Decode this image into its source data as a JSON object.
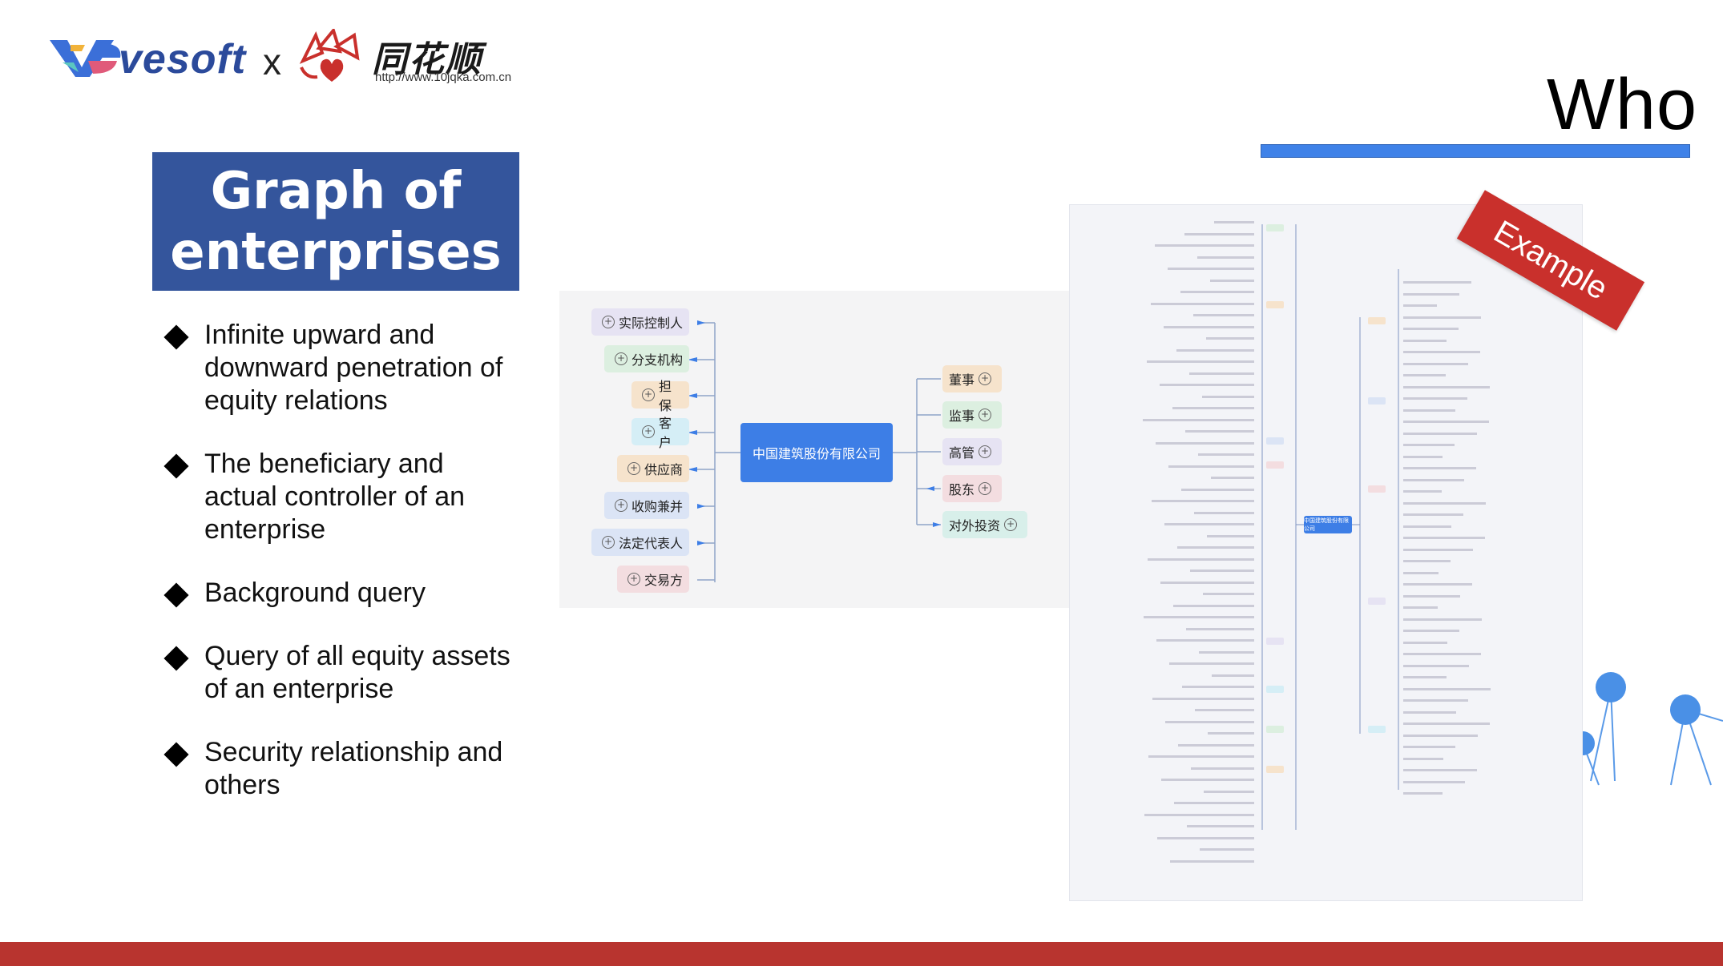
{
  "header": {
    "brand_left": "vesoft",
    "times": "x",
    "brand_right": "同花顺",
    "brand_right_url": "http://www.10jqka.com.cn",
    "page_title": "Who"
  },
  "heading": "Graph of enterprises",
  "bullets": [
    "Infinite upward and downward penetration of equity relations",
    "The beneficiary and actual controller of an enterprise",
    "Background query",
    "Query of all equity assets of an enterprise",
    "Security relationship and others"
  ],
  "mindmap": {
    "center": "中国建筑股份有限公司",
    "left_nodes": [
      "实际控制人",
      "分支机构",
      "担保",
      "客户",
      "供应商",
      "收购兼并",
      "法定代表人",
      "交易方"
    ],
    "right_nodes": [
      "董事",
      "监事",
      "高管",
      "股东",
      "对外投资"
    ],
    "colors": {
      "center": "#3d7ee6",
      "purple": "#e6e3f3",
      "green": "#dcefe0",
      "orange": "#f6e3cc",
      "cyan": "#d5eef6",
      "blue": "#dbe4f5",
      "pink": "#f3dde0"
    }
  },
  "big_tree": {
    "center": "中国建筑股份有限公司"
  },
  "example_label": "Example",
  "colors": {
    "accent_blue": "#3f82e8",
    "heading_bg": "#34559c",
    "footer": "#b8342f",
    "ribbon": "#c9302c"
  },
  "icons": [
    "ve-logo-icon",
    "tonghuashun-logo-icon",
    "plus-circle-icon",
    "arrow-icon"
  ]
}
